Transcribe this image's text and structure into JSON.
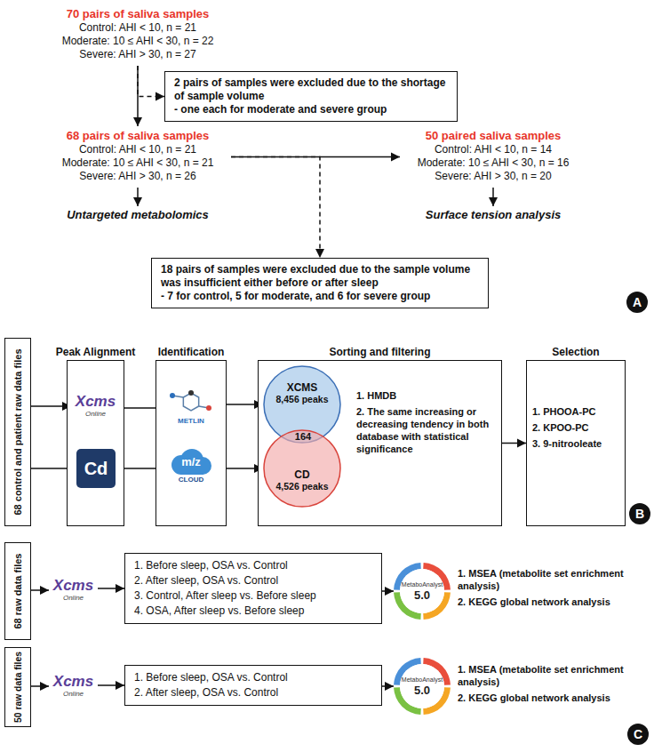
{
  "diagram": {
    "nodes": [
      {
        "text": [
          "70 pairs of saliva samples",
          "Control: AHI < 10, n = 21",
          "Moderate: 10 ≤ AHI < 30, n = 22",
          "Severe: AHI > 30, n = 27"
        ]
      },
      {
        "text": [
          "2 pairs of samples were excluded due to the shortage of sample volume",
          "- one each for moderate and severe group"
        ]
      },
      {
        "text": [
          "68 pairs of saliva samples",
          "Control: AHI < 10, n = 21",
          "Moderate: 10 ≤ AHI < 30, n = 21",
          "Severe: AHI > 30, n = 26"
        ]
      },
      {
        "text": [
          "50 paired saliva samples",
          "Control: AHI < 10, n = 14",
          "Moderate: 10 ≤ AHI < 30, n = 16",
          "Severe: AHI > 30, n = 20"
        ]
      },
      {
        "text": [
          "Untargeted metabolomics"
        ]
      },
      {
        "text": [
          "Surface tension analysis"
        ]
      },
      {
        "text": [
          "18 pairs of samples were excluded due to the sample volume was insufficient either before or after sleep",
          "- 7 for control, 5 for moderate, and 6 for severe group"
        ]
      },
      {
        "text": [
          "A"
        ]
      },
      {
        "text": [
          "68 control and patient raw data files"
        ]
      },
      {
        "text": [
          "Peak Alignment"
        ]
      },
      {
        "text": [
          "Xcms",
          "Online"
        ],
        "in": 9
      },
      {
        "text": [
          "Cd"
        ],
        "in": 9
      },
      {
        "text": [
          "Identification"
        ]
      },
      {
        "text": [
          "METLIN"
        ],
        "in": 12
      },
      {
        "text": [
          "m/z",
          "CLOUD"
        ],
        "in": 12
      },
      {
        "text": [
          "Sorting and filtering",
          "1. HMDB",
          "2. The same increasing or decreasing tendency in both database with statistical significance"
        ]
      },
      {
        "text": [
          "XCMS",
          "8,456 peaks"
        ],
        "in": 15
      },
      {
        "text": [
          "CD",
          "4,526 peaks"
        ],
        "in": 15
      },
      {
        "text": [
          "Selection",
          "1. PHOOA-PC",
          "2. KPOO-PC",
          "3. 9-nitrooleate"
        ]
      },
      {
        "text": [
          "B"
        ]
      },
      {
        "text": [
          "68 raw data files"
        ]
      },
      {
        "text": [
          "Xcms",
          "Online"
        ]
      },
      {
        "text": [
          "1. Before sleep, OSA vs. Control",
          "2. After sleep, OSA vs. Control",
          "3. Control, After sleep vs. Before sleep",
          "4. OSA, After sleep vs. Before sleep"
        ]
      },
      {
        "text": [
          "MetaboAnalyst",
          "5.0"
        ]
      },
      {
        "text": [
          "50 raw data files"
        ]
      },
      {
        "text": [
          "Xcms",
          "Online"
        ]
      },
      {
        "text": [
          "1. Before sleep, OSA vs. Control",
          "2. After sleep, OSA vs. Control"
        ]
      },
      {
        "text": [
          "MetaboAnalyst",
          "5.0"
        ]
      },
      {
        "text": [
          "C"
        ]
      }
    ],
    "edges": [
      {
        "from": 0,
        "to": 2,
        "arrow": "to"
      },
      {
        "from": 0,
        "to": 1,
        "arrow": "to"
      },
      {
        "from": 2,
        "to": 3,
        "arrow": "to"
      },
      {
        "from": 2,
        "to": 6,
        "arrow": "to"
      },
      {
        "from": 2,
        "to": 4,
        "arrow": "to"
      },
      {
        "from": 3,
        "to": 5,
        "arrow": "to"
      },
      {
        "from": 8,
        "to": 10,
        "arrow": "to"
      },
      {
        "from": 8,
        "to": 11,
        "arrow": "to"
      },
      {
        "from": 10,
        "to": 13,
        "arrow": "to"
      },
      {
        "from": 11,
        "to": 14,
        "arrow": "to"
      },
      {
        "from": 13,
        "to": 16,
        "arrow": "to"
      },
      {
        "from": 14,
        "to": 17,
        "arrow": "to"
      },
      {
        "from": 15,
        "to": 18,
        "arrow": "to"
      },
      {
        "from": 20,
        "to": 21,
        "arrow": "to"
      },
      {
        "from": 21,
        "to": 22,
        "arrow": "to"
      },
      {
        "from": 22,
        "to": 23,
        "arrow": "to"
      },
      {
        "from": 24,
        "to": 25,
        "arrow": "to"
      },
      {
        "from": 25,
        "to": 26,
        "arrow": "to"
      },
      {
        "from": 26,
        "to": 27,
        "arrow": "to"
      }
    ],
    "labels": [
      "164",
      "1. MSEA (metabolite set enrichment analysis)",
      "2. KEGG global network analysis",
      "1. MSEA (metabolite set enrichment analysis)",
      "2. KEGG global network analysis"
    ]
  }
}
